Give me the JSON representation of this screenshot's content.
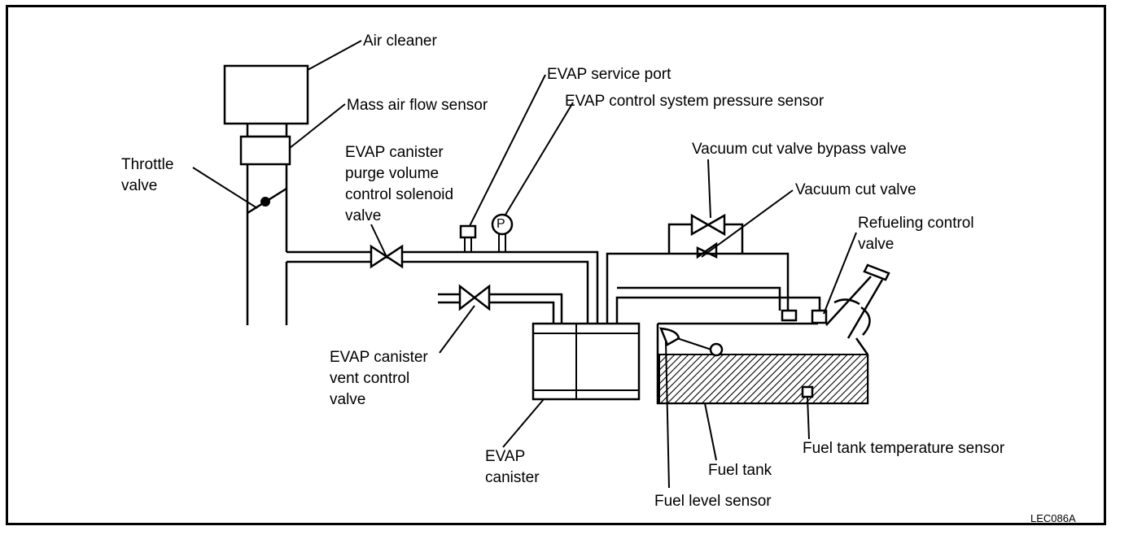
{
  "labels": {
    "air_cleaner": "Air cleaner",
    "maf_sensor": "Mass air flow sensor",
    "throttle_valve": "Throttle\nvalve",
    "purge_valve": "EVAP canister\npurge volume\ncontrol solenoid\nvalve",
    "service_port": "EVAP service port",
    "pressure_sensor": "EVAP control system pressure sensor",
    "bypass_valve": "Vacuum cut valve bypass valve",
    "vacuum_cut_valve": "Vacuum cut valve",
    "refueling_valve": "Refueling control\nvalve",
    "vent_valve": "EVAP canister\nvent control\nvalve",
    "canister": "EVAP\ncanister",
    "fuel_tank": "Fuel tank",
    "temp_sensor": "Fuel tank temperature sensor",
    "level_sensor": "Fuel level sensor",
    "pressure_symbol": "P",
    "figure_code": "LEC086A"
  }
}
